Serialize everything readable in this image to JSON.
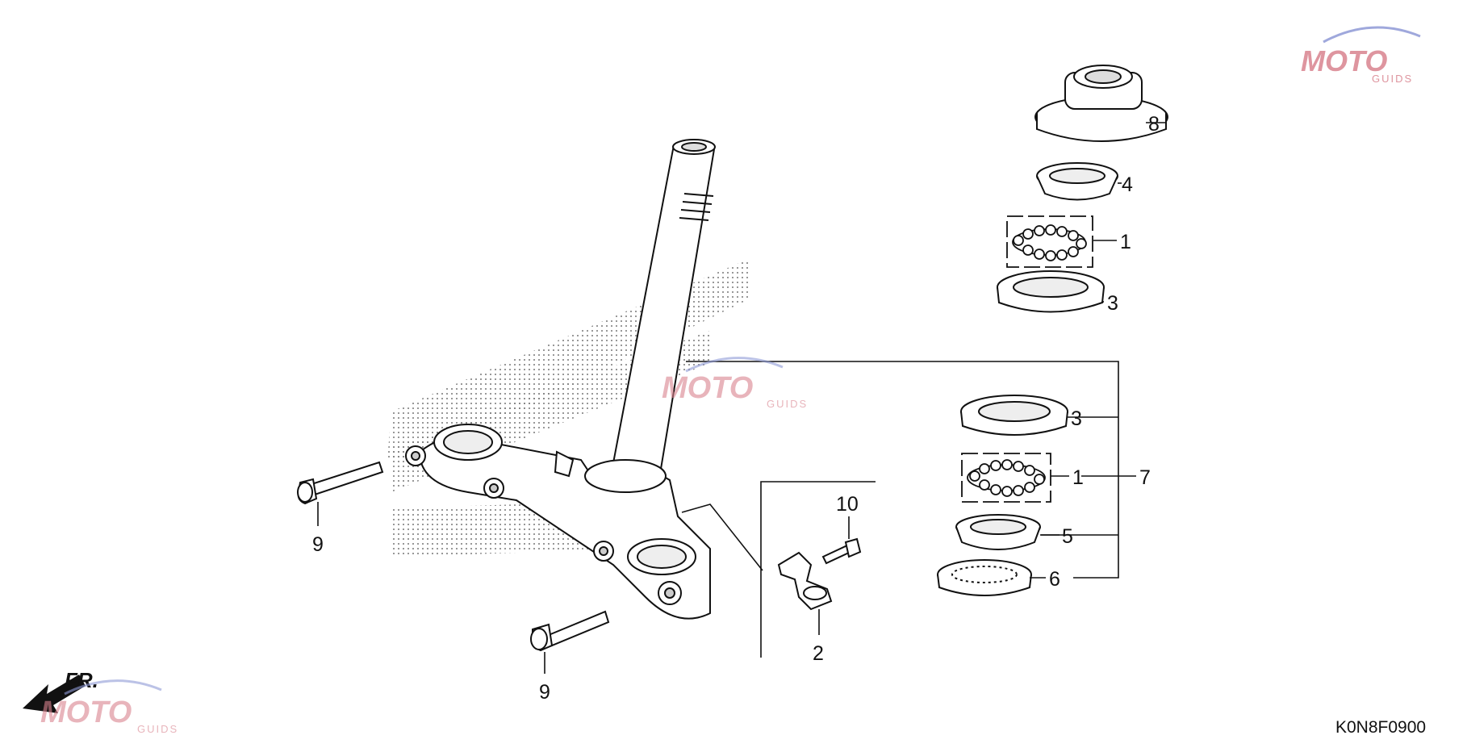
{
  "diagram": {
    "ref_code": "K0N8F0900",
    "direction_label": "FR.",
    "callouts": [
      {
        "id": "c1a",
        "label": "1"
      },
      {
        "id": "c1b",
        "label": "1"
      },
      {
        "id": "c2",
        "label": "2"
      },
      {
        "id": "c3a",
        "label": "3"
      },
      {
        "id": "c3b",
        "label": "3"
      },
      {
        "id": "c4",
        "label": "4"
      },
      {
        "id": "c5",
        "label": "5"
      },
      {
        "id": "c6",
        "label": "6"
      },
      {
        "id": "c7",
        "label": "7"
      },
      {
        "id": "c8",
        "label": "8"
      },
      {
        "id": "c9a",
        "label": "9"
      },
      {
        "id": "c9b",
        "label": "9"
      },
      {
        "id": "c10",
        "label": "10"
      }
    ]
  },
  "watermark": {
    "brand": "MOTO",
    "sub": "GUIDS",
    "color": "#d9838f",
    "accent": "#8f9ad6"
  }
}
